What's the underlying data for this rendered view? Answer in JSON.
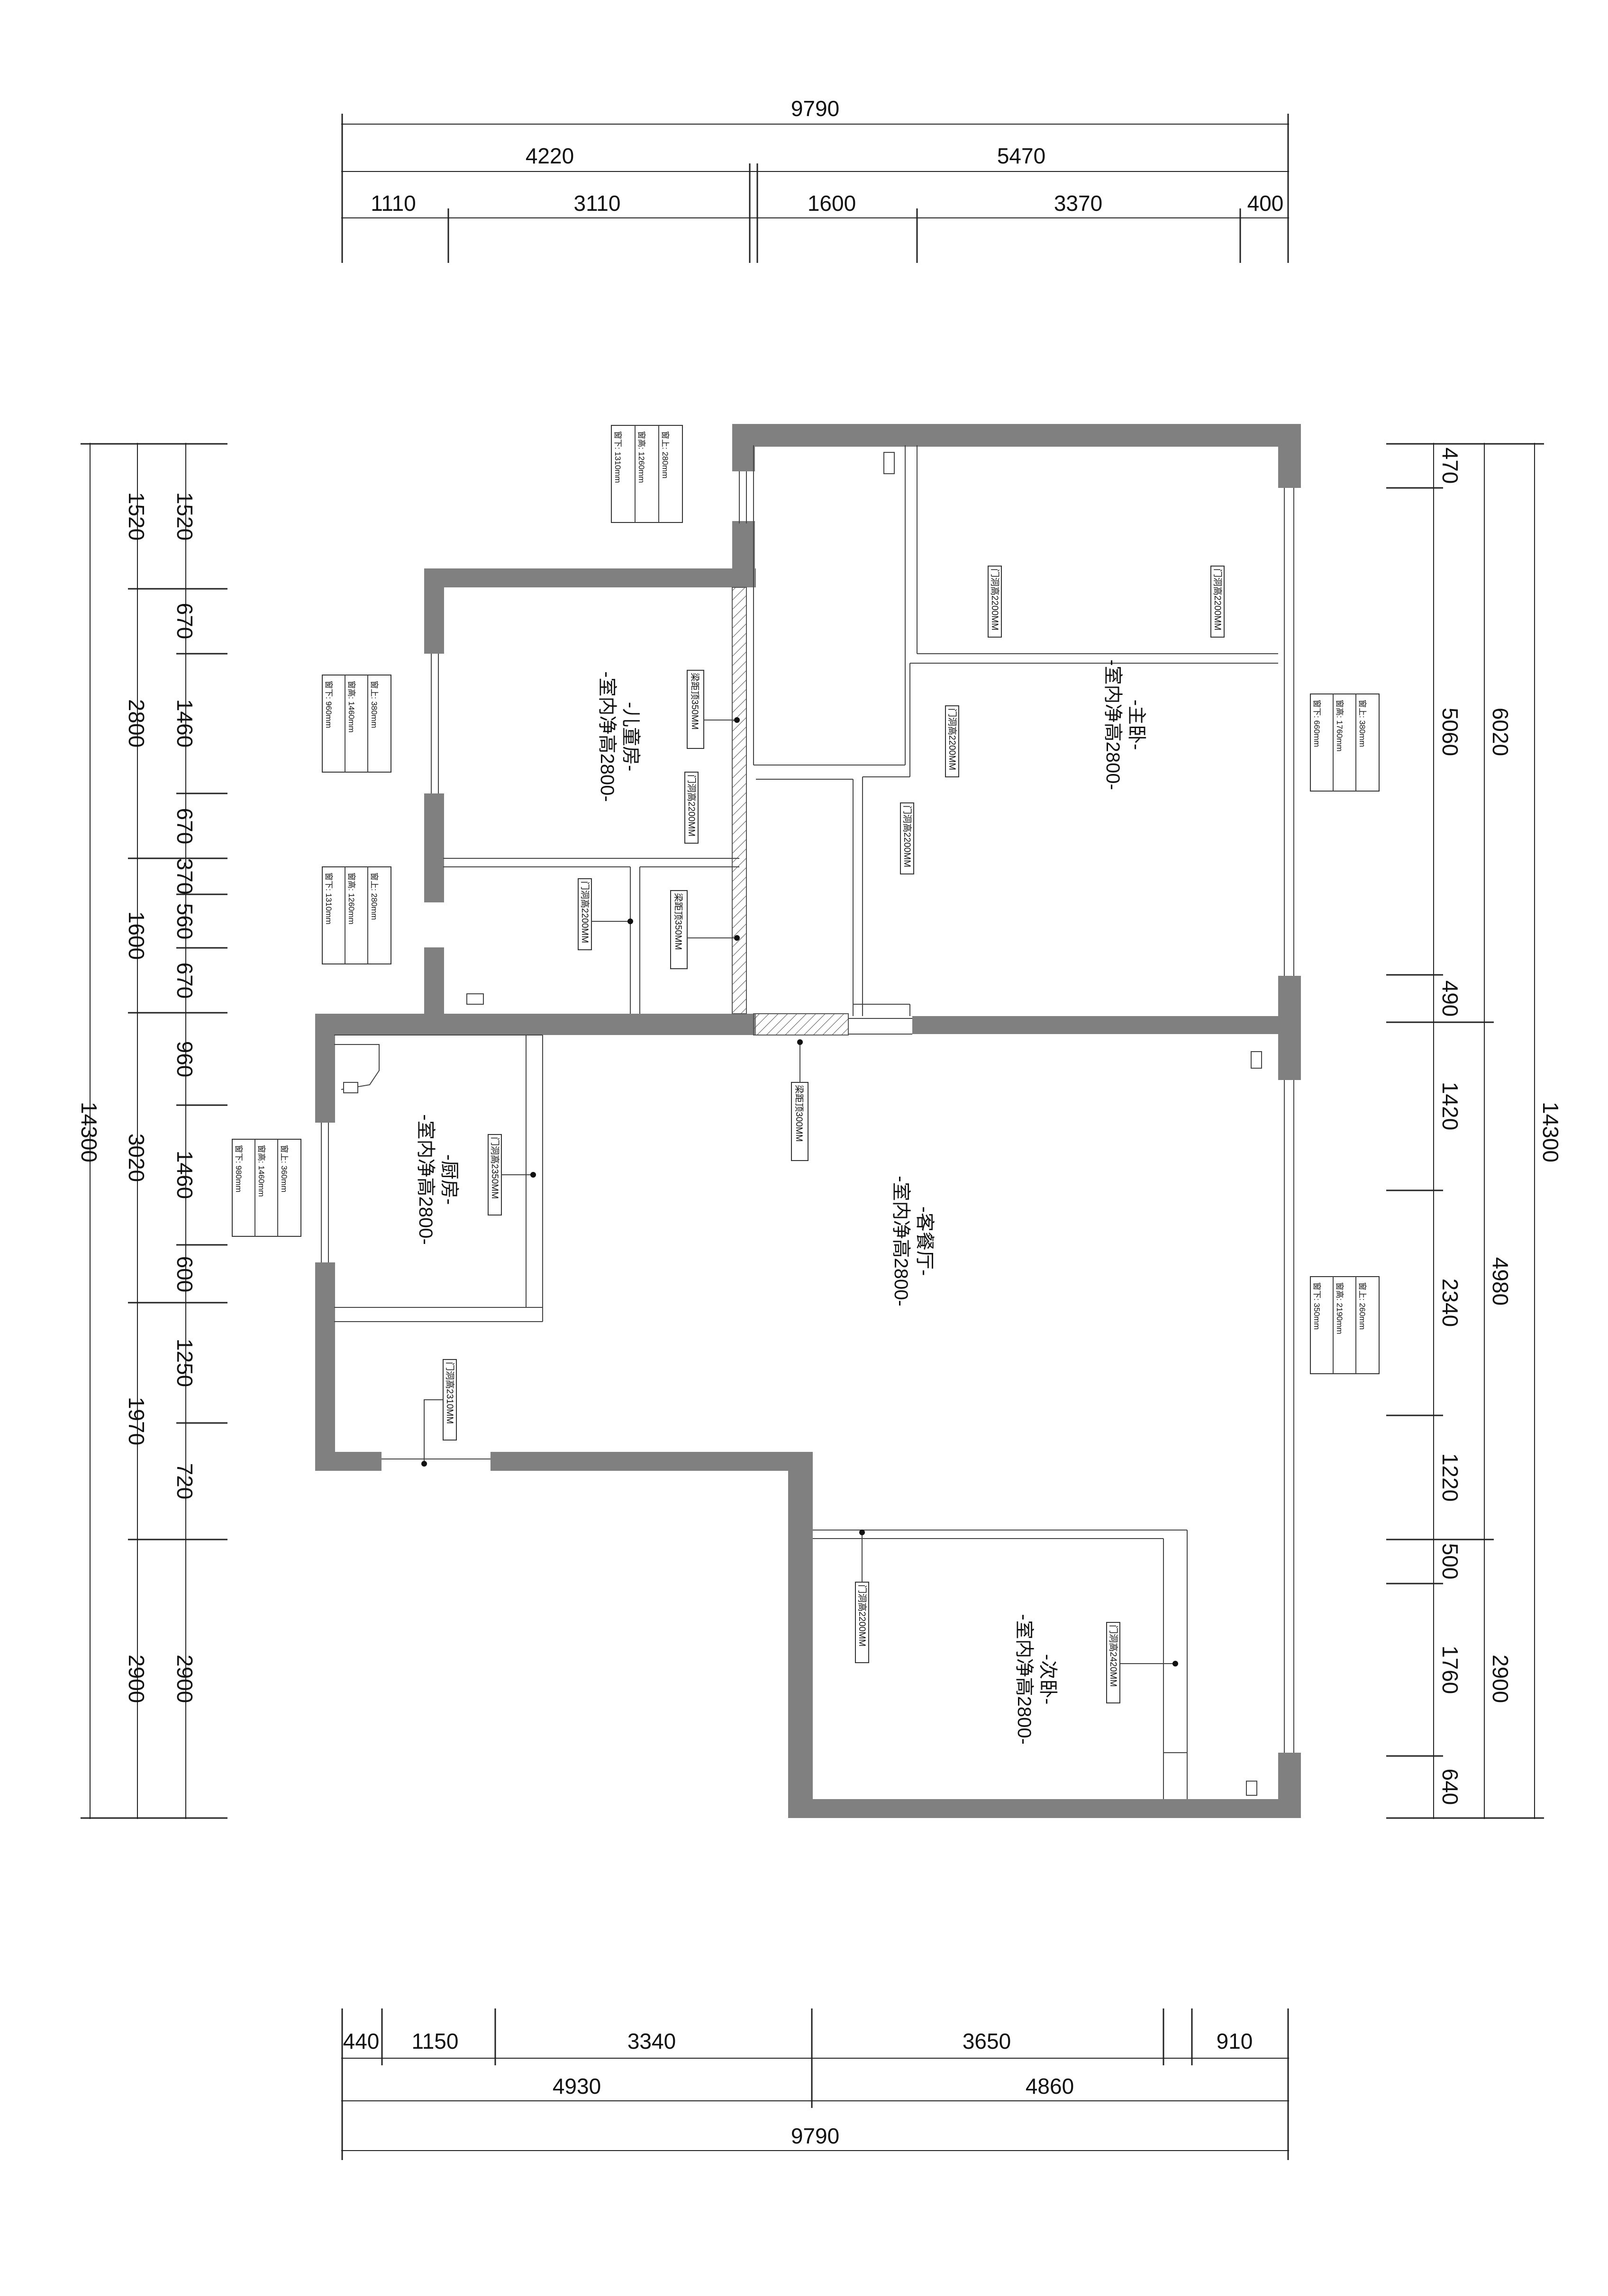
{
  "dimensions": {
    "top": {
      "total": "9790",
      "mid": [
        "4220",
        "5470"
      ],
      "seg": [
        "1110",
        "3110",
        "1600",
        "3370",
        "400"
      ]
    },
    "bottom": {
      "seg": [
        "440",
        "1150",
        "3340",
        "3650",
        "910"
      ],
      "mid": [
        "4930",
        "4860"
      ],
      "total": "9790"
    },
    "left": {
      "total": "14300",
      "mid": [
        "1520",
        "2800",
        "1600",
        "3020",
        "1970",
        "2900"
      ],
      "seg": [
        "1520",
        "670",
        "1460",
        "670",
        "370",
        "560",
        "670",
        "960",
        "1460",
        "600",
        "1250",
        "720",
        "2900"
      ]
    },
    "right": {
      "total": "14300",
      "mid": [
        "6020",
        "4980",
        "2900"
      ],
      "seg": [
        "470",
        "5060",
        "490",
        "1420",
        "2340",
        "1220",
        "500",
        "1760",
        "640"
      ]
    }
  },
  "rooms": {
    "children": {
      "name": "-儿童房-",
      "height": "-室内净高2800-"
    },
    "master": {
      "name": "-主卧-",
      "height": "-室内净高2800-"
    },
    "kitchen": {
      "name": "-厨房-",
      "height": "-室内净高2800-"
    },
    "living": {
      "name": "-客餐厅-",
      "height": "-室内净高2800-"
    },
    "second": {
      "name": "-次卧-",
      "height": "-室内净高2800-"
    }
  },
  "tags": {
    "door_2200": "门洞高2200MM",
    "door_2350": "门洞高2350MM",
    "door_2310": "门洞高2310MM",
    "door_2420": "门洞高2420MM",
    "beam_350": "梁距顶350MM",
    "beam_300": "梁距顶300MM"
  },
  "windows": {
    "w1": {
      "top": "窗上: 280mm",
      "height": "窗高: 1260mm",
      "bottom": "窗下: 1310mm"
    },
    "w2": {
      "top": "窗上: 380mm",
      "height": "窗高: 1460mm",
      "bottom": "窗下: 960mm"
    },
    "w3": {
      "top": "窗上: 280mm",
      "height": "窗高: 1260mm",
      "bottom": "窗下: 1310mm"
    },
    "w4": {
      "top": "窗上: 360mm",
      "height": "窗高: 1460mm",
      "bottom": "窗下: 980mm"
    },
    "w5": {
      "top": "窗上: 380mm",
      "height": "窗高: 1760mm",
      "bottom": "窗下: 660mm"
    },
    "w6": {
      "top": "窗上: 260mm",
      "height": "窗高: 2190mm",
      "bottom": "窗下: 350mm"
    }
  },
  "colors": {
    "wall": "#808080",
    "line": "#222222"
  }
}
